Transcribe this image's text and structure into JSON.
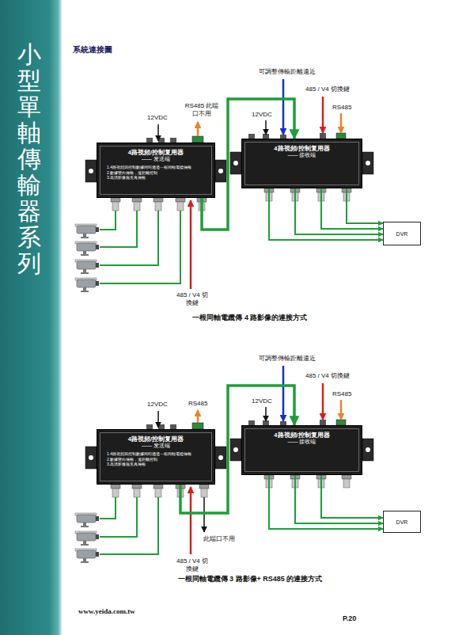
{
  "diagram": {
    "title": "系統連接圖",
    "nodes": [
      {
        "text": [
          "小型單軸傳輸器系列"
        ]
      },
      {
        "text": [
          "4路視頻/控制复用器",
          "—— 发送端",
          "1.4路視頻與控制數據同時通過一根同軸電纜傳輸",
          "2.數據雙向傳輸，遠距離控制",
          "3.高清影像無失真傳輸"
        ]
      },
      {
        "text": [
          "4路視頻/控制复用器",
          "—— 接收端"
        ]
      },
      {
        "text": [
          "DVR"
        ]
      },
      {
        "text": [
          "4路視頻/控制复用器",
          "—— 发送端",
          "1.4路視頻與控制數據同時通過一根同軸電纜傳輸",
          "2.數據雙向傳輸，遠距離控制",
          "3.高清影像無失真傳輸"
        ]
      },
      {
        "text": [
          "4路視頻/控制复用器",
          "—— 接收端"
        ]
      },
      {
        "text": [
          "DVR"
        ]
      }
    ],
    "edges": [
      {
        "from": 1,
        "to": 2,
        "arrow": "to"
      },
      {
        "from": 2,
        "to": 3,
        "arrow": "to"
      },
      {
        "from": 2,
        "to": 3,
        "arrow": "to"
      },
      {
        "from": 2,
        "to": 3,
        "arrow": "to"
      },
      {
        "from": 2,
        "to": 3,
        "arrow": "to"
      },
      {
        "from": 4,
        "to": 5,
        "arrow": "to"
      },
      {
        "from": 5,
        "to": 6,
        "arrow": "to"
      },
      {
        "from": 5,
        "to": 6,
        "arrow": "to"
      },
      {
        "from": 5,
        "to": 6,
        "arrow": "to"
      }
    ],
    "labels": [
      "12VDC",
      "RS485 此端口不用",
      "可調整傳輸距離遠近",
      "485 / V4 切換鍵",
      "RS485",
      "12VDC",
      "485 / V4 切換鍵",
      "一根同軸電纜傳 4 路影像的連接方式",
      "12VDC",
      "RS485",
      "可調整傳輸距離遠近",
      "485 / V4 切換鍵",
      "RS485",
      "12VDC",
      "此端口不用",
      "485 / V4 切換鍵",
      "一根同軸電纜傳 3 路影像+ RS485 的連接方式",
      "www.yeida.com.tw",
      "P.20"
    ]
  }
}
